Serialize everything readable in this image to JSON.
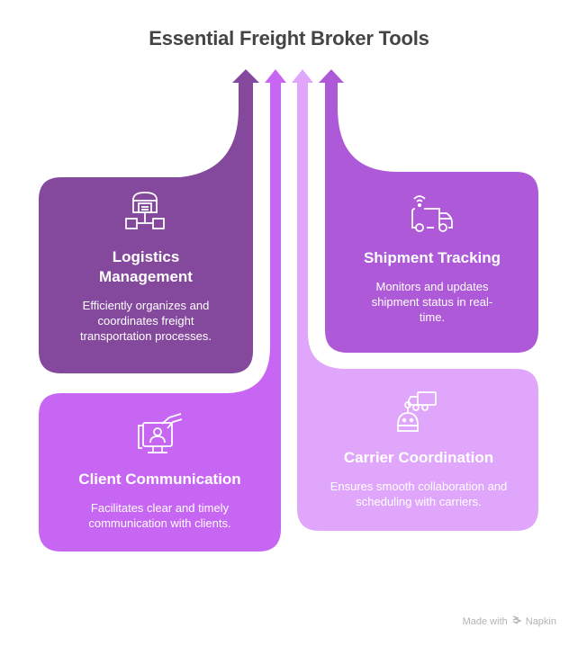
{
  "title": "Essential Freight Broker Tools",
  "colors": {
    "logistics": "#84489D",
    "client": "#C766F2",
    "carrier": "#E0A6FB",
    "shipment": "#AD59D8",
    "title": "#444444"
  },
  "cards": [
    {
      "id": "logistics",
      "title": "Logistics Management",
      "title_line1": "Logistics",
      "title_line2": "Management",
      "description": "Efficiently organizes and coordinates freight transportation processes.",
      "icon": "warehouse-network-icon"
    },
    {
      "id": "shipment",
      "title": "Shipment Tracking",
      "description": "Monitors and updates shipment status in real-time.",
      "icon": "tracked-truck-icon"
    },
    {
      "id": "client",
      "title": "Client Communication",
      "description": "Facilitates clear and timely communication with clients.",
      "icon": "monitor-user-icon"
    },
    {
      "id": "carrier",
      "title": "Carrier Coordination",
      "description": "Ensures smooth collaboration and scheduling with carriers.",
      "icon": "robot-truck-icon"
    }
  ],
  "footer": {
    "made_with": "Made with",
    "brand": "Napkin",
    "brand_icon": "napkin-logo-icon"
  }
}
